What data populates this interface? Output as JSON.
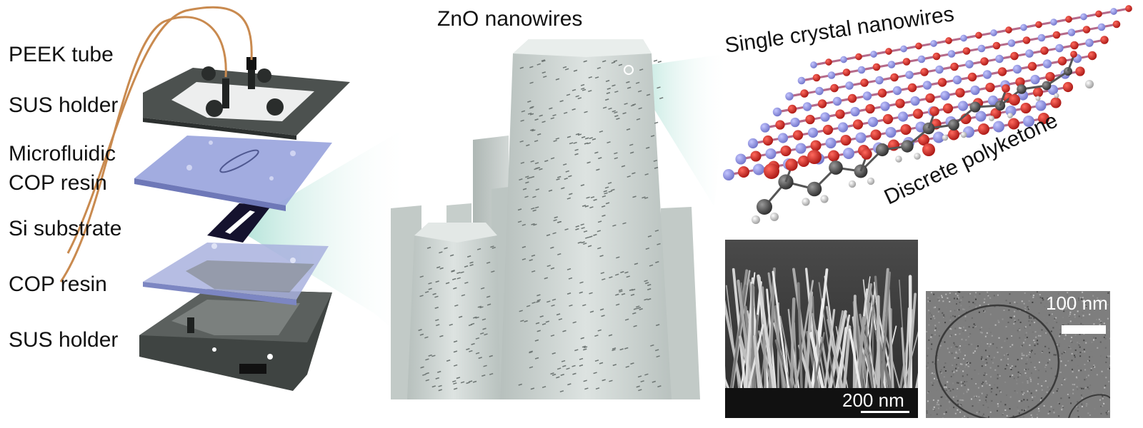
{
  "left_labels": {
    "peek_tube": "PEEK tube",
    "sus_holder_top": "SUS holder",
    "microfluidic_line1": "Microfluidic",
    "microfluidic_line2": "COP resin",
    "si_substrate": "Si substrate",
    "cop_resin": "COP resin",
    "sus_holder_bottom": "SUS holder"
  },
  "center_title": "ZnO nanowires",
  "right_labels": {
    "single_crystal": "Single crystal nanowires",
    "discrete_polyketone": "Discrete polyketone"
  },
  "sem_scale": "200 nm",
  "tem_scale": "100 nm",
  "colors": {
    "steel": "#4a4f4d",
    "cop_blue": "#8f9bd6",
    "nanowire": "#c9d0ce",
    "teal_glow": "#8fd3c4",
    "oxygen": "#c0201c",
    "zinc": "#8a8ee0",
    "carbon": "#404040",
    "tube": "#c98a4f"
  }
}
